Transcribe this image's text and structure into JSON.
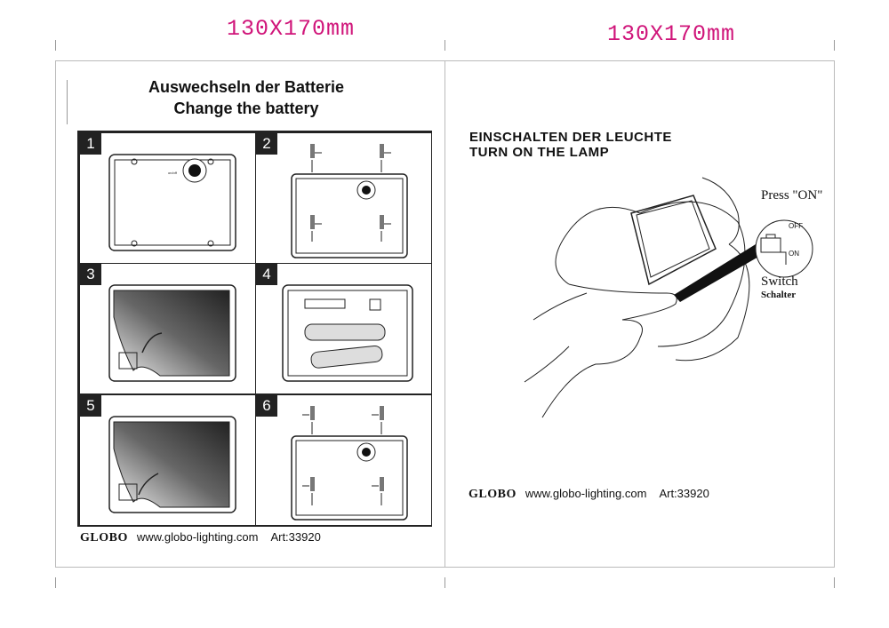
{
  "dimensions": {
    "left": "130X170mm",
    "right": "130X170mm"
  },
  "left_page": {
    "title_de": "Auswechseln der Batterie",
    "title_en": "Change the battery",
    "steps": [
      "1",
      "2",
      "3",
      "4",
      "5",
      "6"
    ],
    "switch_label": "on/off",
    "footer": {
      "logo": "GLOBO",
      "url": "www.globo-lighting.com",
      "article": "Art:33920"
    }
  },
  "right_page": {
    "title_de": "EINSCHALTEN  DER LEUCHTE",
    "title_en": "TURN ON THE LAMP",
    "press": "Press \"ON\"",
    "off": "OFF",
    "on": "ON",
    "switch_en": "Switch",
    "switch_de": "Schalter",
    "footer": {
      "logo": "GLOBO",
      "url": "www.globo-lighting.com",
      "article": "Art:33920"
    }
  }
}
